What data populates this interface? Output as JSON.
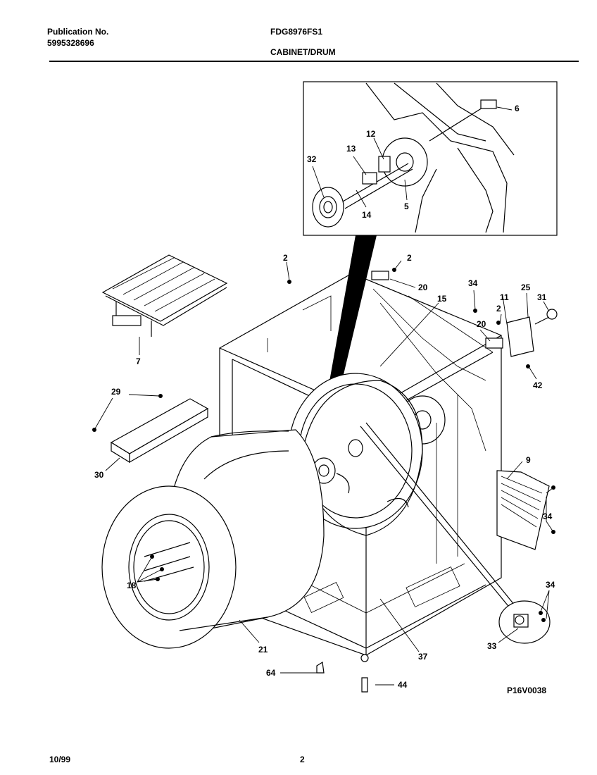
{
  "header": {
    "publication_label": "Publication No.",
    "publication_number": "5995328696",
    "model": "FDG8976FS1",
    "section": "CABINET/DRUM"
  },
  "diagram": {
    "drawing_id": "P16V0038",
    "callouts": [
      "2",
      "2",
      "2",
      "5",
      "6",
      "7",
      "9",
      "11",
      "12",
      "13",
      "14",
      "15",
      "18",
      "20",
      "20",
      "21",
      "25",
      "29",
      "30",
      "31",
      "32",
      "33",
      "34",
      "34",
      "34",
      "37",
      "42",
      "44",
      "64"
    ]
  },
  "footer": {
    "date": "10/99",
    "page": "2"
  }
}
